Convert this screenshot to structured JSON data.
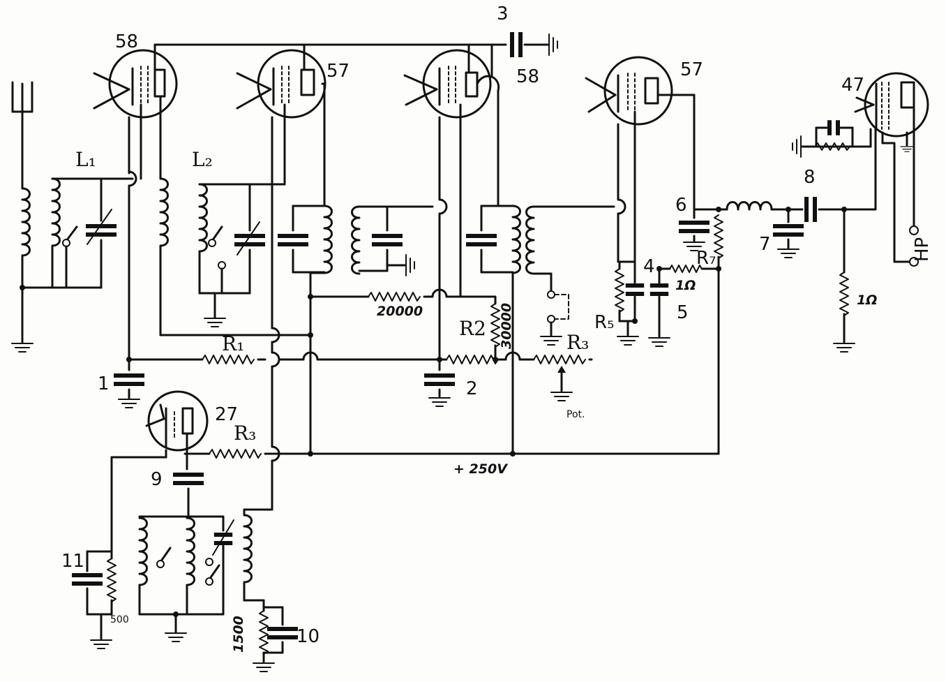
{
  "tubes": {
    "t1": "58",
    "t2": "57",
    "t3": "58",
    "t4": "57",
    "t5": "47",
    "t6": "27"
  },
  "coils": {
    "l1": "L₁",
    "l2": "L₂"
  },
  "resistors": {
    "r1": "R₁",
    "r2": "R2",
    "r3": "R₃",
    "r3b": "R₃",
    "r5": "R₅",
    "r7": "R₇",
    "r20000": "20000",
    "r30000": "30000",
    "r1ohm_a": "1Ω",
    "r1ohm_b": "1Ω",
    "r500": "500",
    "r1500": "1500"
  },
  "capacitors": {
    "c1": "1",
    "c2": "2",
    "c3": "3",
    "c4": "4",
    "c5": "5",
    "c6": "6",
    "c7": "7",
    "c8": "8",
    "c9": "9",
    "c10": "10",
    "c11": "11"
  },
  "supply": {
    "voltage": "+ 250V"
  },
  "misc": {
    "pot": "Pot.",
    "speaker": "HP"
  }
}
